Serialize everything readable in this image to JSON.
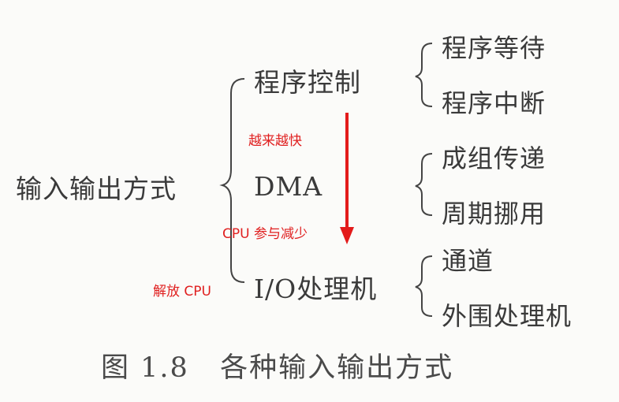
{
  "root": "输入输出方式",
  "methods": [
    {
      "label": "程序控制",
      "children": [
        "程序等待",
        "程序中断"
      ]
    },
    {
      "label": "DMA",
      "children": [
        "成组传递",
        "周期挪用"
      ]
    },
    {
      "label": "I/O处理机",
      "children": [
        "通道",
        "外围处理机"
      ]
    }
  ],
  "annotations": {
    "faster": "越来越快",
    "cpu_less": "CPU 参与减少",
    "free_cpu": "解放 CPU",
    "arrow_color": "#e31b1b"
  },
  "caption": "图 1.8   各种输入输出方式"
}
